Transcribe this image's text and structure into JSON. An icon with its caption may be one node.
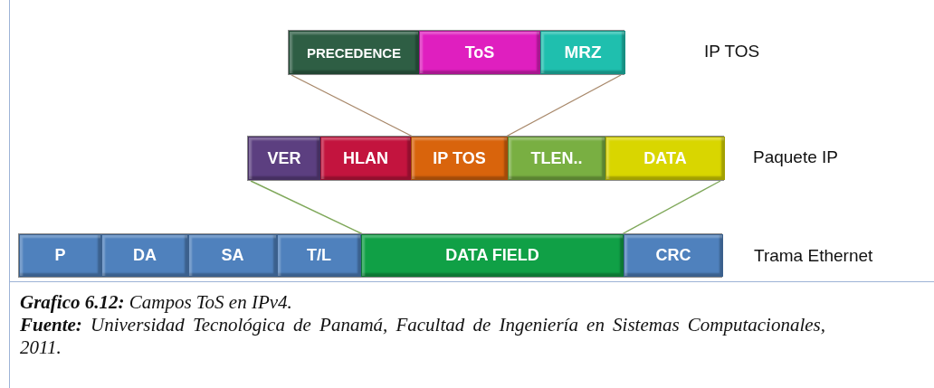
{
  "diagram": {
    "caption": "**Grafico 6.12:** Campos ToS en IPv4.",
    "nodes": [
      {
        "text": [],
        "shape": "bar"
      },
      {
        "text": [
          "PRECEDENCE"
        ],
        "in": 0
      },
      {
        "text": [
          "ToS"
        ],
        "in": 0
      },
      {
        "text": [
          "MRZ"
        ],
        "in": 0
      },
      {
        "text": [],
        "shape": "bar"
      },
      {
        "text": [
          "VER"
        ],
        "in": 4
      },
      {
        "text": [
          "HLAN"
        ],
        "in": 4
      },
      {
        "text": [
          "IP TOS"
        ],
        "in": 4
      },
      {
        "text": [
          "TLEN.."
        ],
        "in": 4
      },
      {
        "text": [
          "DATA"
        ],
        "in": 4
      },
      {
        "text": [],
        "shape": "bar"
      },
      {
        "text": [
          "P"
        ],
        "in": 10
      },
      {
        "text": [
          "DA"
        ],
        "in": 10
      },
      {
        "text": [
          "SA"
        ],
        "in": 10
      },
      {
        "text": [
          "T/L"
        ],
        "in": 10
      },
      {
        "text": [
          "DATA FIELD"
        ],
        "in": 10
      },
      {
        "text": [
          "CRC"
        ],
        "in": 10
      }
    ],
    "edges": [
      {
        "from": 7,
        "to": 0,
        "arrow": "none"
      },
      {
        "from": 7,
        "to": 0,
        "arrow": "none"
      },
      {
        "from": 15,
        "to": 4,
        "arrow": "none",
        "color": "#7fa85a"
      },
      {
        "from": 15,
        "to": 4,
        "arrow": "none",
        "color": "#7fa85a"
      }
    ],
    "labels": [
      "IP TOS",
      "Paquete IP",
      "Trama Ethernet",
      "**Fuente:** Universidad Tecnológica de Panamá, Facultad de Ingeniería en Sistemas Computacionales, 2011."
    ]
  }
}
